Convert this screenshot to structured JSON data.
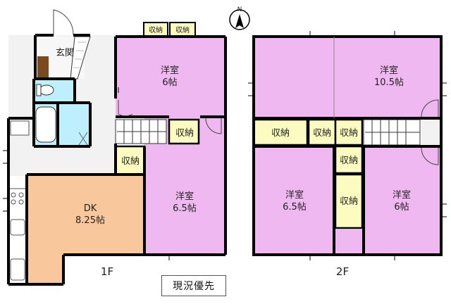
{
  "floors": {
    "first": {
      "label": "1F",
      "entrance": "玄関",
      "closet_top_1": "収納",
      "closet_top_2": "収納",
      "western_room_6": {
        "name": "洋室",
        "size": "6帖"
      },
      "storage_hall": "収納",
      "storage_side": "収納",
      "western_room_65": {
        "name": "洋室",
        "size": "6.5帖"
      },
      "dining_kitchen": {
        "name": "DK",
        "size": "8.25帖"
      }
    },
    "second": {
      "label": "2F",
      "western_room_105": {
        "name": "洋室",
        "size": "10.5帖"
      },
      "storage_1": "収納",
      "storage_2": "収納",
      "storage_3": "収納",
      "storage_4": "収納",
      "storage_5": "収納",
      "western_room_65": {
        "name": "洋室",
        "size": "6.5帖"
      },
      "western_room_6": {
        "name": "洋室",
        "size": "6帖"
      }
    }
  },
  "compass": {
    "label": "N"
  },
  "status_label": "現況優先",
  "colors": {
    "room_pink": "#f0b8f0",
    "dk_orange": "#f8c89c",
    "wet_blue": "#bdeffc",
    "storage_yellow": "#fcfcc0",
    "floor_grey": "#f2f2f2",
    "entrance_brown": "#7a4a1e",
    "wall": "#000000"
  }
}
